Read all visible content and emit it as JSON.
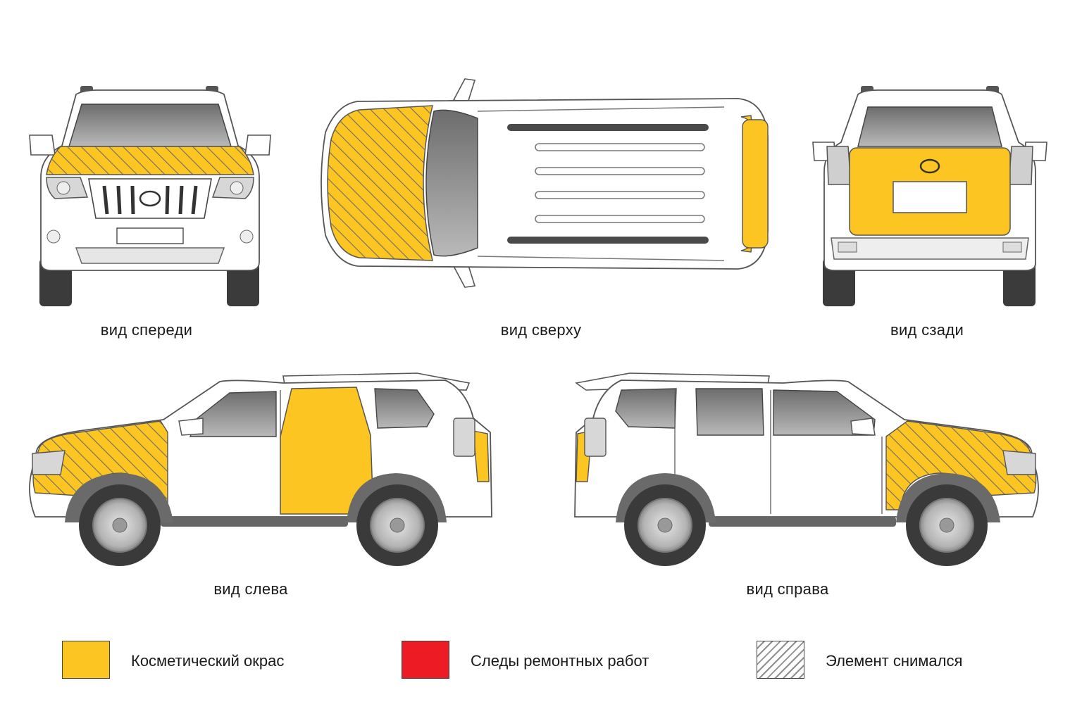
{
  "captions": {
    "front": "вид спереди",
    "top": "вид сверху",
    "rear": "вид сзади",
    "left": "вид слева",
    "right": "вид справа"
  },
  "legend": [
    {
      "label": "Косметический окрас",
      "color": "#FCC521"
    },
    {
      "label": "Следы ремонтных работ",
      "color": "#ED1C24"
    },
    {
      "label": "Элемент снимался",
      "pattern": "diagonal-hatch"
    }
  ],
  "colors": {
    "cosmetic_paint": "#FCC521",
    "repair_traces": "#ED1C24",
    "hatch": "#6b6b6b"
  }
}
